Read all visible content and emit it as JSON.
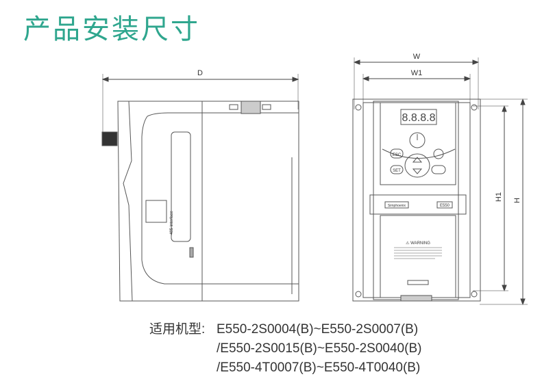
{
  "title": "产品安装尺寸",
  "dimensions": {
    "depth": "D",
    "width": "W",
    "width1": "W1",
    "height1": "H1",
    "height": "H"
  },
  "side_view": {
    "port_label": "-485 interface"
  },
  "front_view": {
    "display": "8.8.8.8",
    "esc_key": "ESC",
    "set_key": "SET",
    "brand": "Simphoenix",
    "model": "E550",
    "warning": "⚠ WARNING"
  },
  "models": {
    "label": "适用机型:",
    "lines": [
      "E550-2S0004(B)~E550-2S0007(B)",
      "/E550-2S0015(B)~E550-2S0040(B)",
      "/E550-4T0007(B)~E550-4T0040(B)"
    ]
  }
}
